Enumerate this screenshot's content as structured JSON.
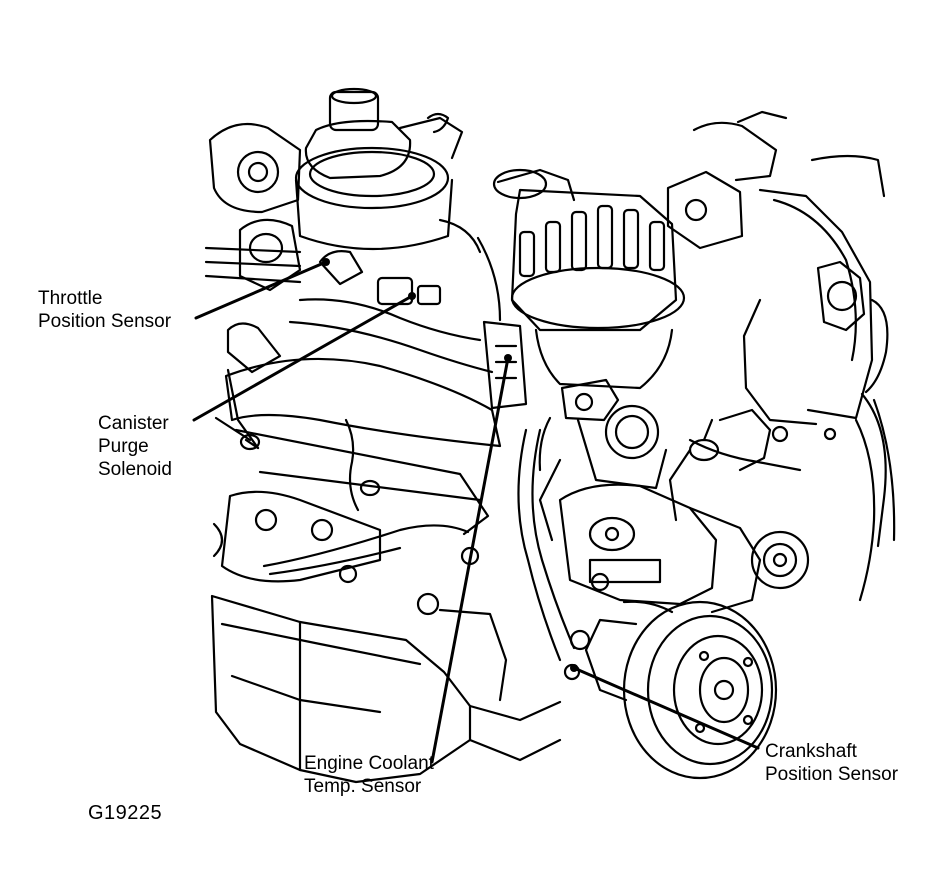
{
  "figure_id": "G19225",
  "callouts": {
    "throttle_position_sensor": [
      "Throttle",
      "Position Sensor"
    ],
    "canister_purge_solenoid": [
      "Canister",
      "Purge",
      "Solenoid"
    ],
    "engine_coolant_temp_sensor": [
      "Engine Coolant",
      "Temp. Sensor"
    ],
    "crankshaft_position_sensor": [
      "Crankshaft",
      "Position Sensor"
    ]
  },
  "colors": {
    "ink": "#000000",
    "paper": "#ffffff"
  }
}
